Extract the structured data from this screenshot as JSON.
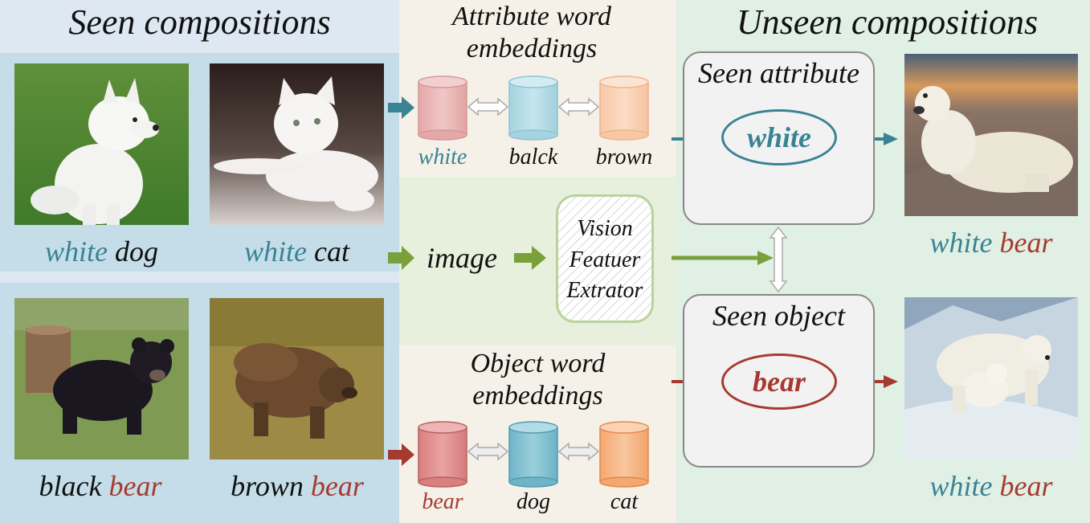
{
  "titles": {
    "seen": "Seen compositions",
    "attr_emb_1": "Attribute word",
    "attr_emb_2": "embeddings",
    "unseen": "Unseen compositions",
    "obj_emb_1": "Object word",
    "obj_emb_2": "embeddings"
  },
  "seen_images": [
    {
      "attr": "white",
      "obj": "dog"
    },
    {
      "attr": "white",
      "obj": "cat"
    },
    {
      "attr": "black",
      "obj": "bear"
    },
    {
      "attr": "brown",
      "obj": "bear"
    }
  ],
  "attribute_embeddings": [
    "white",
    "balck",
    "brown"
  ],
  "object_embeddings": [
    "bear",
    "dog",
    "cat"
  ],
  "image_label": "image",
  "extractor_lines": [
    "Vision",
    "Featuer",
    "Extrator"
  ],
  "seen_attribute": {
    "title": "Seen attribute",
    "value": "white"
  },
  "seen_object": {
    "title": "Seen object",
    "value": "bear"
  },
  "unseen_results": [
    {
      "attr": "white",
      "obj": "bear"
    },
    {
      "attr": "white",
      "obj": "bear"
    }
  ],
  "colors": {
    "teal": "#3a8393",
    "red": "#a63a30",
    "green_arrow": "#79a03a",
    "panel_blue": "#dde8f3",
    "panel_beige": "#f5f1e8",
    "panel_green": "#e0f0e4"
  }
}
